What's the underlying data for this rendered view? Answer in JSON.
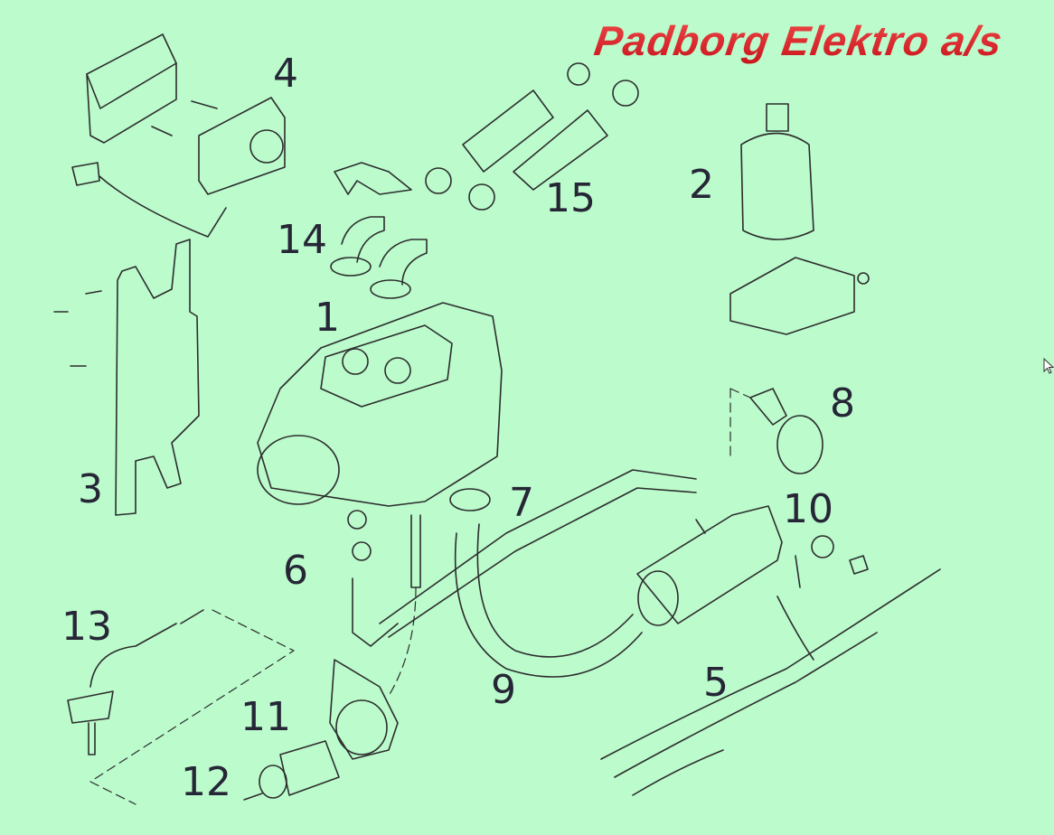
{
  "logo": {
    "text": "Padborg Elektro a/s",
    "color": "#e0262a"
  },
  "background": "#bbfbcc",
  "part_labels": [
    "1",
    "2",
    "3",
    "4",
    "5",
    "6",
    "7",
    "8",
    "9",
    "10",
    "11",
    "12",
    "13",
    "14",
    "15"
  ]
}
